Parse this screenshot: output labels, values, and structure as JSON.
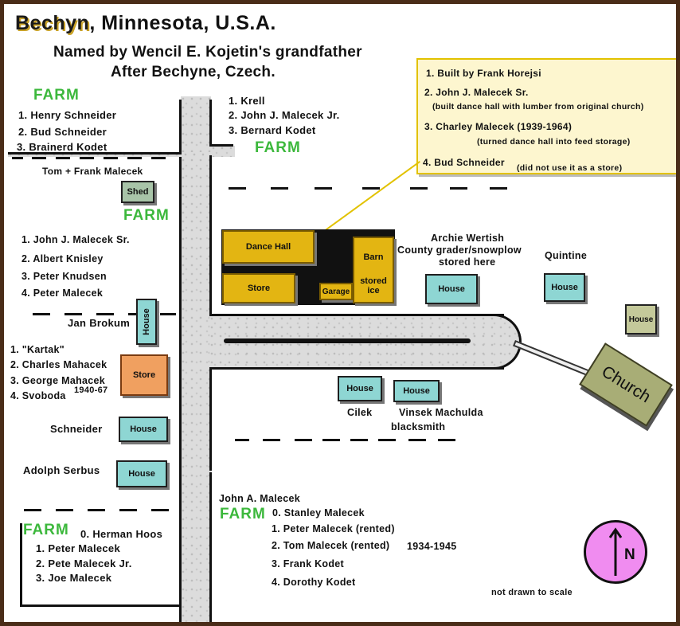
{
  "title": {
    "town": "Bechyn",
    "rest": ", Minnesota, U.S.A.",
    "sub1": "Named by Wencil E. Kojetin's grandfather",
    "sub2": "After Bechyne, Czech."
  },
  "note": {
    "l1": "1. Built by Frank Horejsi",
    "l2": "2. John J. Malecek Sr.",
    "l2b": "(built dance hall with lumber from original church)",
    "l3": "3. Charley Malecek (1939-1964)",
    "l3b": "(turned dance hall into feed storage)",
    "l4": "4. Bud Schneider",
    "l4b": "(did not use it as a store)"
  },
  "farm_label": "FARM",
  "nw_farm": [
    "1. Henry Schneider",
    "2. Bud Schneider",
    "3. Brainerd Kodet"
  ],
  "ne_farm": [
    "1. Krell",
    "2. John J. Malecek Jr.",
    "3. Bernard Kodet"
  ],
  "tom_frank": "Tom + Frank Malecek",
  "shed": "Shed",
  "w_farm": [
    "1. John J. Malecek Sr.",
    "2. Albert Knisley",
    "3. Peter Knudsen",
    "4. Peter Malecek"
  ],
  "jan_brokum": "Jan Brokum",
  "house": "House",
  "store_owners": [
    "1. \"Kartak\"",
    "2. Charles Mahacek",
    "3. George Mahacek",
    "4. Svoboda"
  ],
  "store_years": "1940-67",
  "store": "Store",
  "schneider": "Schneider",
  "adolph": "Adolph Serbus",
  "sw_farm_owner": "0. Herman Hoos",
  "sw_farm": [
    "1. Peter Malecek",
    "2. Pete Malecek Jr.",
    "3. Joe Malecek"
  ],
  "dance_hall": "Dance Hall",
  "barn": "Barn",
  "stored_ice": "stored ice",
  "garage": "Garage",
  "archie": [
    "Archie Wertish",
    "County grader/snowplow",
    "stored here"
  ],
  "quintine": "Quintine",
  "church": "Church",
  "cilek": "Cilek",
  "vinsek": [
    "Vinsek Machulda",
    "blacksmith"
  ],
  "john_a": "John A. Malecek",
  "s_farm": [
    "0. Stanley Malecek",
    "1. Peter Malecek (rented)",
    "2. Tom Malecek (rented)",
    "3. Frank Kodet",
    "4. Dorothy Kodet"
  ],
  "tom_years": "1934-1945",
  "compass": "N",
  "scale_note": "not drawn to scale",
  "colors": {
    "farm": "#3cb83c",
    "house": "#8ed6d3",
    "gold": "#e3b512",
    "store": "#f0a060",
    "church": "#a8ad76",
    "compass": "#f08cf0",
    "note_bg": "#fdf6cf",
    "note_border": "#e2c200"
  }
}
